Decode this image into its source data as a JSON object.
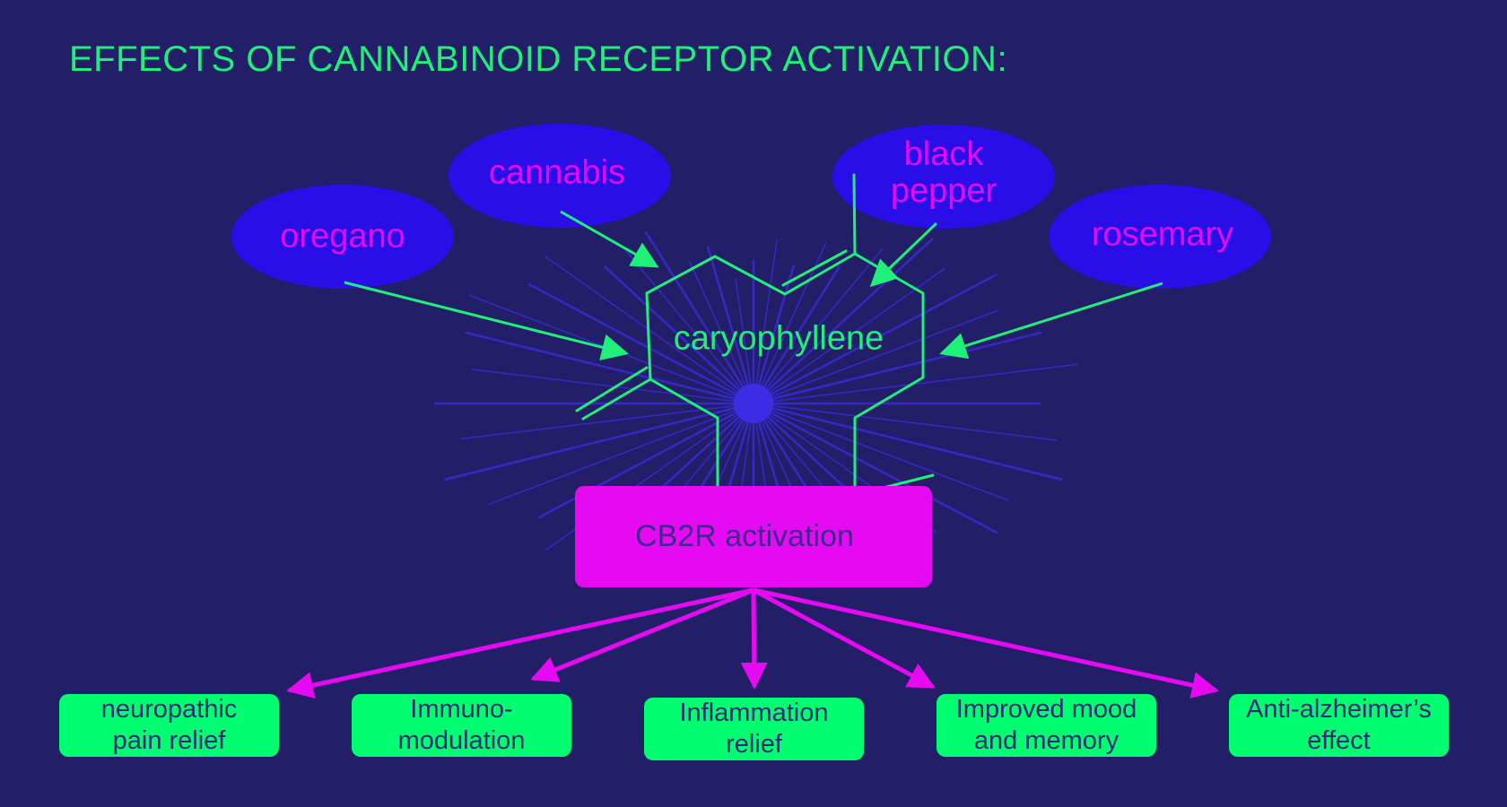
{
  "title": "EFFECTS OF CANNABINOID RECEPTOR ACTIVATION:",
  "colors": {
    "background": "#231e68",
    "ellipse_fill": "#2a0ee8",
    "source_text": "#e60af2",
    "green": "#1ef07a",
    "hub_fill": "#e60af2",
    "effect_fill": "#00ff70",
    "rays": "#3d2ce6"
  },
  "sources": [
    {
      "id": "oregano",
      "label": "oregano"
    },
    {
      "id": "cannabis",
      "label": "cannabis"
    },
    {
      "id": "black-pepper",
      "label": "black\npepper"
    },
    {
      "id": "rosemary",
      "label": "rosemary"
    }
  ],
  "molecule": {
    "label": "caryophyllene"
  },
  "hub": {
    "label": "CB2R activation"
  },
  "effects": [
    {
      "id": "neuropathic-pain-relief",
      "label": "neuropathic\npain relief"
    },
    {
      "id": "immunomodulation",
      "label": "Immuno-\nmodulation"
    },
    {
      "id": "inflammation-relief",
      "label": "Inflammation\nrelief"
    },
    {
      "id": "improved-mood-memory",
      "label": "Improved mood\nand memory"
    },
    {
      "id": "anti-alzheimers",
      "label": "Anti-alzheimer’s\neffect"
    }
  ]
}
